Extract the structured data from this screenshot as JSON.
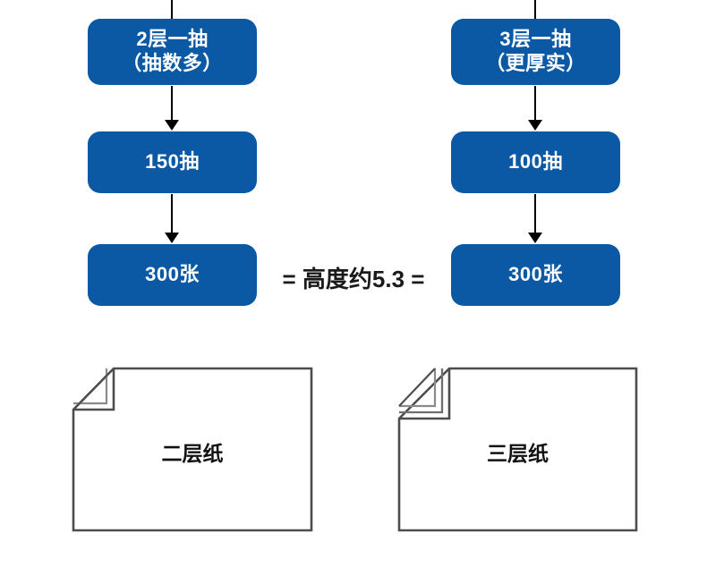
{
  "diagram": {
    "title_hidden": "",
    "colors": {
      "box_blue": "#0b59a4",
      "box_text": "#ffffff",
      "line_black": "#000000",
      "paper_stroke": "#4d4d4d",
      "equation_text": "#1a1a1a"
    },
    "left_column": {
      "label": "2层一抽(抽数多)",
      "boxes": [
        {
          "line1": "2层一抽",
          "line2": "（抽数多）"
        },
        {
          "line1": "150抽",
          "line2": ""
        },
        {
          "line1": "300张",
          "line2": ""
        }
      ]
    },
    "right_column": {
      "label": "3层一抽(更厚实)",
      "boxes": [
        {
          "line1": "3层一抽",
          "line2": "（更厚实）"
        },
        {
          "line1": "100抽",
          "line2": ""
        },
        {
          "line1": "300张",
          "line2": ""
        }
      ]
    },
    "equation": "= 高度约5.3 =",
    "papers": [
      {
        "label": "二层纸",
        "layers": 2
      },
      {
        "label": "三层纸",
        "layers": 3
      }
    ]
  }
}
